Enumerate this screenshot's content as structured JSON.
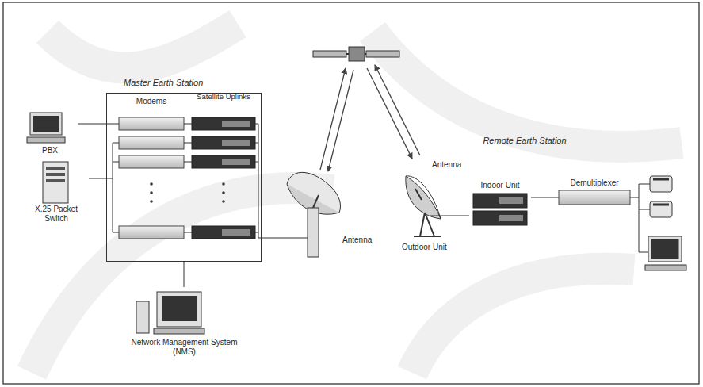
{
  "diagram": {
    "nodes": [
      {
        "text": [
          "Master Earth Station"
        ]
      },
      {
        "text": [
          "PBX"
        ]
      },
      {
        "text": [
          "X.25 Packet Switch"
        ]
      },
      {
        "text": [
          "Network Management System (NMS)"
        ]
      },
      {
        "text": [
          "Antenna"
        ]
      },
      {
        "text": [
          "Antenna",
          "Outdoor Unit"
        ]
      },
      {
        "text": [
          "Indoor Unit"
        ]
      },
      {
        "text": [
          "Demultiplexer"
        ]
      }
    ],
    "edges": [
      {
        "from": 1,
        "to": 0,
        "arrow": "none"
      },
      {
        "from": 2,
        "to": 0,
        "arrow": "none"
      },
      {
        "from": 0,
        "to": 3,
        "arrow": "none"
      },
      {
        "from": 0,
        "to": 4,
        "arrow": "none"
      },
      {
        "from": 5,
        "to": 6,
        "arrow": "none"
      },
      {
        "from": 6,
        "to": 7,
        "arrow": "none"
      }
    ],
    "labels": [
      "Modems",
      "Satellite Uplinks",
      "Remote Earth Station"
    ]
  }
}
